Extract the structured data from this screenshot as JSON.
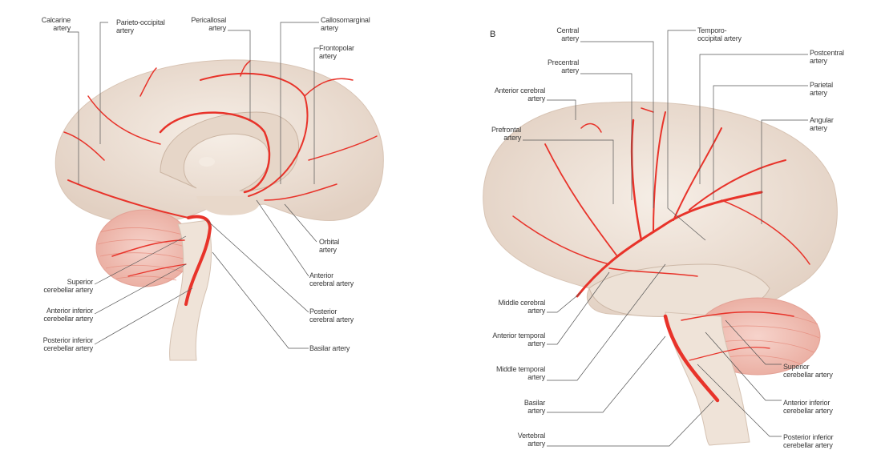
{
  "panel_a": {
    "labels": {
      "calcarine": [
        "Calcarine",
        "artery"
      ],
      "parieto_occipital": [
        "Parieto-occipital",
        "artery"
      ],
      "pericallosal": [
        "Pericallosal",
        "artery"
      ],
      "callosomarginal": [
        "Callosomarginal",
        "artery"
      ],
      "frontopolar": [
        "Frontopolar",
        "artery"
      ],
      "orbital": [
        "Orbital",
        "artery"
      ],
      "anterior_cerebral": [
        "Anterior",
        "cerebral artery"
      ],
      "posterior_cerebral": [
        "Posterior",
        "cerebral artery"
      ],
      "basilar": [
        "Basilar artery"
      ],
      "superior_cerebellar": [
        "Superior",
        "cerebellar artery"
      ],
      "anterior_inferior_cerebellar": [
        "Anterior inferior",
        "cerebellar artery"
      ],
      "posterior_inferior_cerebellar": [
        "Posterior inferior",
        "cerebellar artery"
      ]
    }
  },
  "panel_b": {
    "letter": "B",
    "labels": {
      "central": [
        "Central",
        "artery"
      ],
      "precentral": [
        "Precentral",
        "artery"
      ],
      "anterior_cerebral": [
        "Anterior cerebral",
        "artery"
      ],
      "prefrontal": [
        "Prefrontal",
        "artery"
      ],
      "temporo_occipital": [
        "Temporo-",
        "occipital artery"
      ],
      "postcentral": [
        "Postcentral",
        "artery"
      ],
      "parietal": [
        "Parietal",
        "artery"
      ],
      "angular": [
        "Angular",
        "artery"
      ],
      "middle_cerebral": [
        "Middle cerebral",
        "artery"
      ],
      "anterior_temporal": [
        "Anterior temporal",
        "artery"
      ],
      "middle_temporal": [
        "Middle temporal",
        "artery"
      ],
      "basilar": [
        "Basilar",
        "artery"
      ],
      "vertebral": [
        "Vertebral",
        "artery"
      ],
      "superior_cerebellar": [
        "Superior",
        "cerebellar artery"
      ],
      "anterior_inferior_cerebellar": [
        "Anterior inferior",
        "cerebellar artery"
      ],
      "posterior_inferior_cerebellar": [
        "Posterior inferior",
        "cerebellar artery"
      ]
    }
  },
  "colors": {
    "artery": "#e8332a",
    "brain": "#f1e6dc",
    "cerebellum": "#f3c9c0",
    "line": "#555555"
  }
}
